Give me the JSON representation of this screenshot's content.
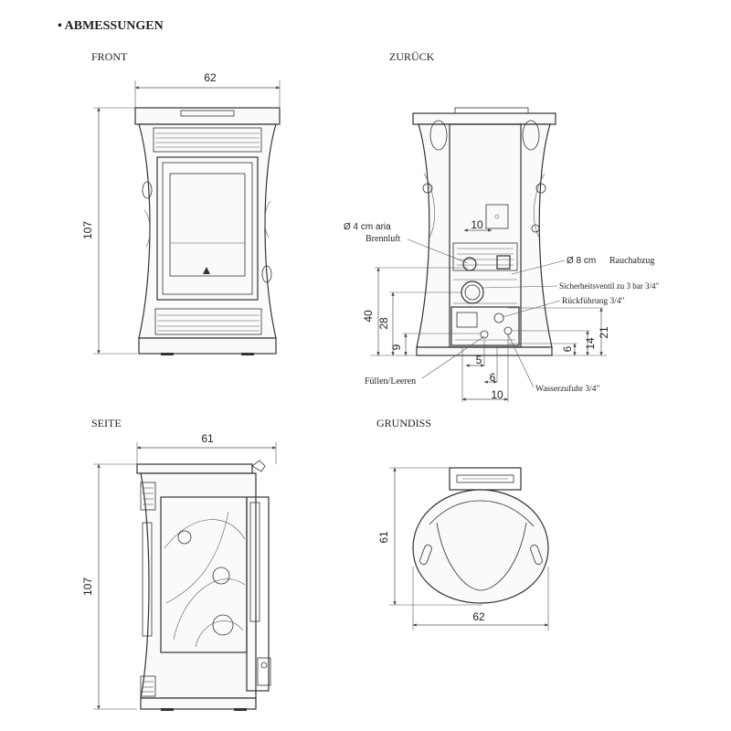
{
  "title": "• ABMESSUNGEN",
  "views": {
    "front": {
      "label": "FRONT",
      "width": "62",
      "height": "107"
    },
    "back": {
      "label": "ZURÜCK",
      "annotations": {
        "air_inlet_size": "Ø 4 cm aria",
        "air_inlet_name": "Brennluft",
        "flue_size": "Ø 8 cm",
        "flue_name": "Rauchabzug",
        "safety_valve": "Sicherheitsventil zu 3 bar 3/4\"",
        "return": "Rückführung 3/4\"",
        "fill_drain": "Füllen/Leeren",
        "water_supply": "Wasserzufuhr 3/4\""
      },
      "dims": {
        "top_width": "10",
        "left_40": "40",
        "left_28": "28",
        "left_9": "9",
        "right_21": "21",
        "right_14": "14",
        "right_6": "6",
        "bottom_5": "5",
        "bottom_6": "6",
        "bottom_10": "10"
      }
    },
    "side": {
      "label": "SEITE",
      "width": "61",
      "height": "107"
    },
    "plan": {
      "label": "GRUNDISS",
      "depth": "61",
      "width": "62"
    }
  }
}
